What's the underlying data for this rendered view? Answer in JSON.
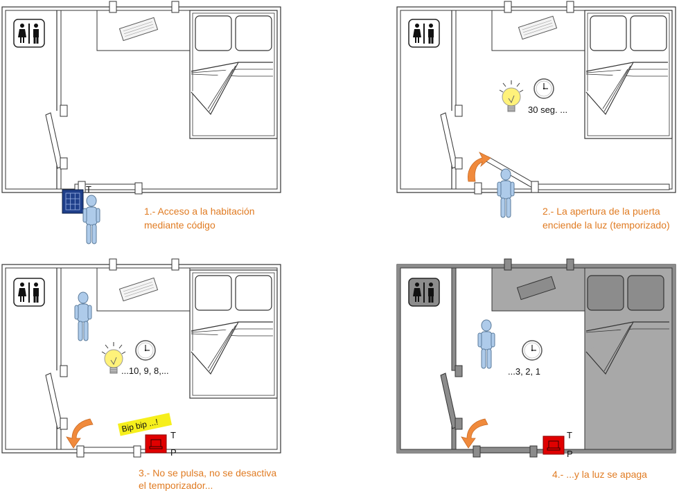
{
  "panels": [
    {
      "caption_line1": "1.- Acceso a la habitación",
      "caption_line2": "mediante código",
      "sensor_label": "T"
    },
    {
      "caption_line1": "2.- La apertura de la puerta",
      "caption_line2": "enciende la luz (temporizado)",
      "timer_text": "30 seg. ..."
    },
    {
      "caption_line1": "3.- No se pulsa, no se desactiva",
      "caption_line2": "el temporizador...",
      "timer_text": "...10, 9, 8,...",
      "bip_text": "Bip bip ...!",
      "alarm_label_t": "T",
      "alarm_label_p": "P"
    },
    {
      "caption_line1": "4.- ...y la luz se apaga",
      "timer_text": "...3, 2, 1",
      "alarm_label_t": "T",
      "alarm_label_p": "P"
    }
  ],
  "colors": {
    "caption": "#e07b22",
    "arrow": "#f08a3c",
    "alarm": "#e00000",
    "person": "#aecbea",
    "keypad": "#1f3f8a",
    "bulb": "#fff27a",
    "dark_wall": "#8c8c8c"
  },
  "icons": [
    "restroom-icon",
    "keyboard-icon",
    "bed-icon",
    "keypad-icon",
    "person-icon",
    "light-bulb-icon",
    "clock-icon",
    "curved-arrow-icon",
    "alarm-box-icon"
  ]
}
